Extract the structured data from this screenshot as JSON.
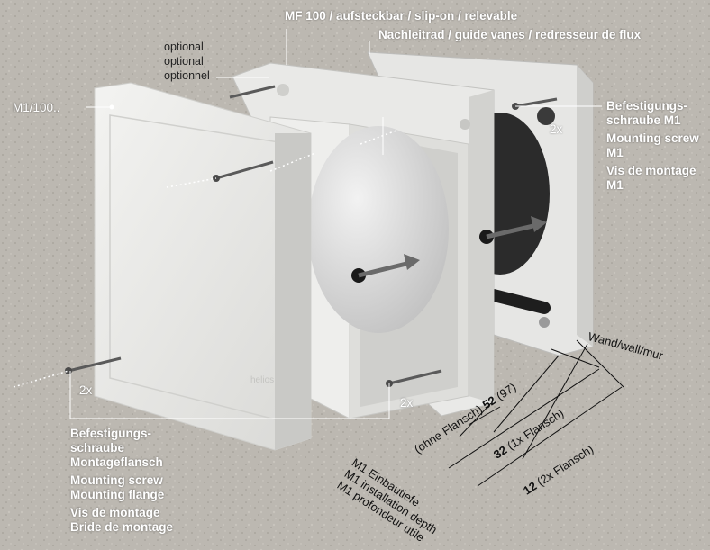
{
  "labels": {
    "mf100": "MF 100 / aufsteckbar / slip-on / relevable",
    "nachleitrad": "Nachleitrad / guide vanes / redresseur de flux",
    "optional": [
      "optional",
      "optional",
      "optionnel"
    ],
    "m1_100": "M1/100..",
    "screw_m1": [
      "Befestigungs-",
      "schraube M1",
      "Mounting screw",
      "M1",
      "Vis de montage",
      "M1"
    ],
    "flange_screw": [
      "Befestigungs-",
      "schraube",
      "Montageflansch",
      "Mounting screw",
      "Mounting flange",
      "Vis de montage",
      "Bride de montage"
    ],
    "count_2x": "2x",
    "wall": "Wand/wall/mur",
    "dim_52_prefix": "(ohne Flansch)",
    "dim_52_value": "52",
    "dim_52_suffix": "(97)",
    "dim_32_value": "32",
    "dim_32_suffix": "(1x Flansch)",
    "dim_12_value": "12",
    "dim_12_suffix": "(2x Flansch)",
    "install_depth": [
      "M1 Einbautiefe",
      "M1 installation depth",
      "M1 profondeur utile"
    ],
    "brand": "helios"
  }
}
